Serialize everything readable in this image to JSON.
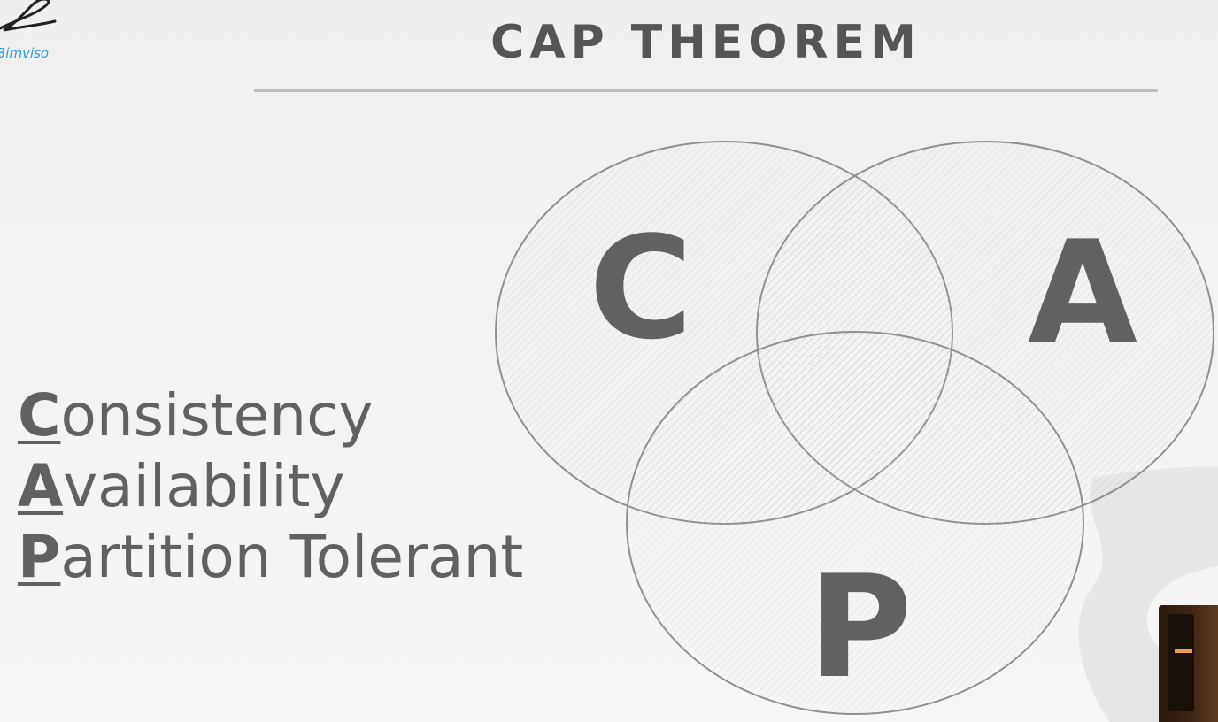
{
  "logo": {
    "text": "Bimviso",
    "icon": "signature-logo-icon"
  },
  "slide": {
    "title": "CAP THEOREM"
  },
  "definitions": [
    {
      "initial": "C",
      "rest": "onsistency"
    },
    {
      "initial": "A",
      "rest": "vailability"
    },
    {
      "initial": "P",
      "rest": "artition Tolerant"
    }
  ],
  "venn": {
    "circles": [
      {
        "label": "C"
      },
      {
        "label": "A"
      },
      {
        "label": "P"
      }
    ]
  },
  "colors": {
    "text": "#616161",
    "title": "#555555",
    "circle_stroke": "#8a8a8a",
    "hatch": "#cfcfcf",
    "logo_blue": "#2a9fd6"
  }
}
